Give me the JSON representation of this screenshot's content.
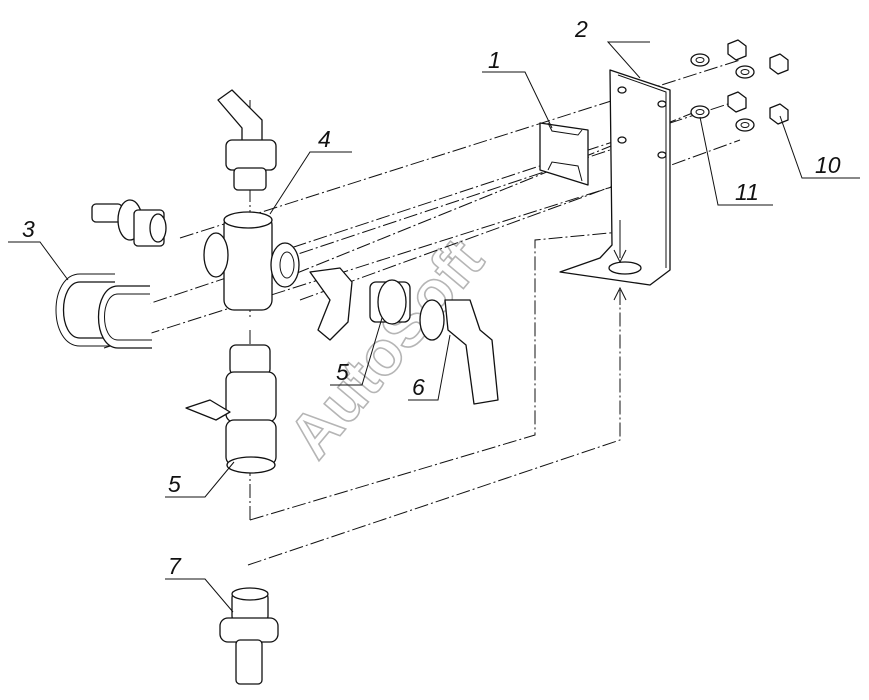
{
  "diagram": {
    "callouts": [
      {
        "id": "c1",
        "label": "1"
      },
      {
        "id": "c2",
        "label": "2"
      },
      {
        "id": "c3",
        "label": "3"
      },
      {
        "id": "c4",
        "label": "4"
      },
      {
        "id": "c5a",
        "label": "5"
      },
      {
        "id": "c5b",
        "label": "5"
      },
      {
        "id": "c6",
        "label": "6"
      },
      {
        "id": "c7",
        "label": "7"
      },
      {
        "id": "c10",
        "label": "10"
      },
      {
        "id": "c11",
        "label": "11"
      }
    ],
    "watermark": "AutoSoft"
  }
}
